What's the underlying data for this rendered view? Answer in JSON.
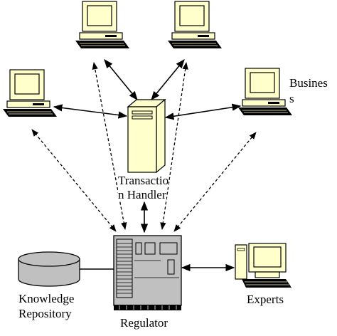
{
  "labels": {
    "business_line1": "Busines",
    "business_line2": "s",
    "transaction_line1": "Transactio",
    "transaction_line2": "n Handler",
    "knowledge_line1": "Knowledge",
    "knowledge_line2": "Repository",
    "regulator": "Regulator",
    "experts": "Experts"
  },
  "colors": {
    "monitor_fill": "#ffffcc",
    "server_fill": "#ffffcc",
    "regulator_fill": "#c0c0c0",
    "repository_fill": "#c0c0c0",
    "line": "#000000"
  },
  "icons": {
    "business_terminal": "desktop-computer-icon",
    "transaction_server": "tower-server-icon",
    "regulator_machine": "mainframe-icon",
    "repository": "database-cylinder-icon",
    "expert_terminal": "desktop-computer-icon"
  }
}
